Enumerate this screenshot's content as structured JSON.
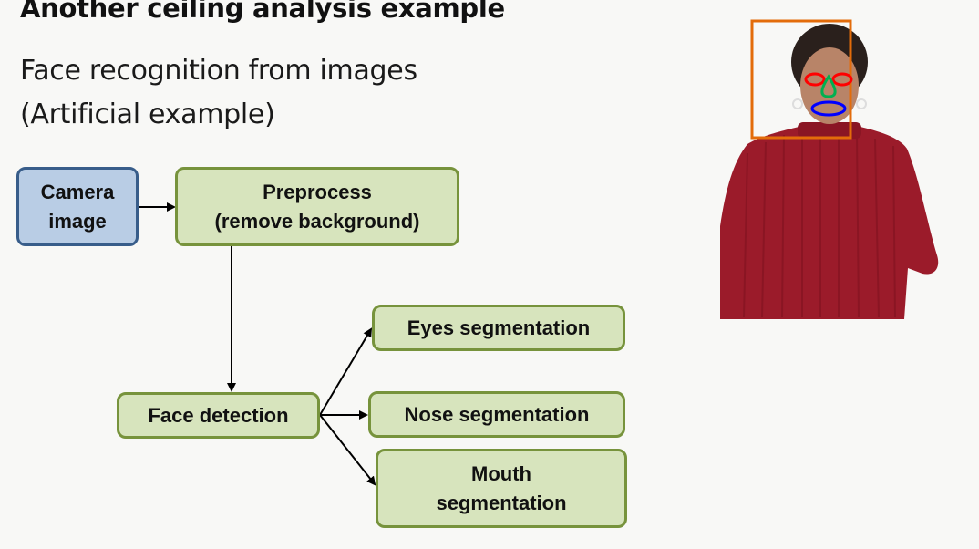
{
  "slide": {
    "title": "Another ceiling analysis example",
    "subtitle_line1": "Face recognition from images",
    "subtitle_line2": "(Artificial example)"
  },
  "diagram": {
    "camera_line1": "Camera",
    "camera_line2": "image",
    "preprocess_line1": "Preprocess",
    "preprocess_line2": "(remove background)",
    "face_detection": "Face detection",
    "eyes": "Eyes segmentation",
    "nose": "Nose segmentation",
    "mouth_line1": "Mouth",
    "mouth_line2": "segmentation"
  },
  "colors": {
    "stage_fill": "#d7e4bd",
    "stage_border": "#77933c",
    "input_fill": "#b9cde5",
    "input_border": "#385d8a",
    "face_box": "#e36c0a",
    "eye_marker": "#ff0000",
    "nose_marker": "#00b050",
    "mouth_marker": "#0000ff"
  }
}
